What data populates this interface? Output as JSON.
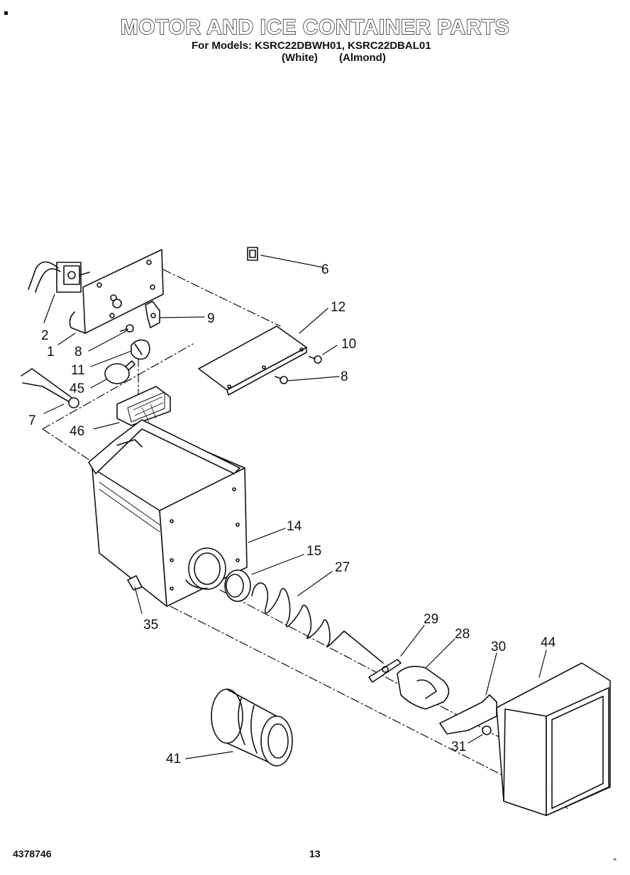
{
  "header": {
    "title": "MOTOR AND ICE CONTAINER PARTS",
    "models": "For Models: KSRC22DBWH01, KSRC22DBAL01",
    "variant_1": "(White)",
    "variant_2": "(Almond)"
  },
  "footer": {
    "document_number": "4378746",
    "page_number": "13"
  },
  "callouts": {
    "c1": "1",
    "c2": "2",
    "c6": "6",
    "c7": "7",
    "c8a": "8",
    "c8b": "8",
    "c9": "9",
    "c10": "10",
    "c11": "11",
    "c12": "12",
    "c14": "14",
    "c15": "15",
    "c27": "27",
    "c28": "28",
    "c29": "29",
    "c30": "30",
    "c31": "31",
    "c35": "35",
    "c41": "41",
    "c44": "44",
    "c45": "45",
    "c46": "46"
  }
}
